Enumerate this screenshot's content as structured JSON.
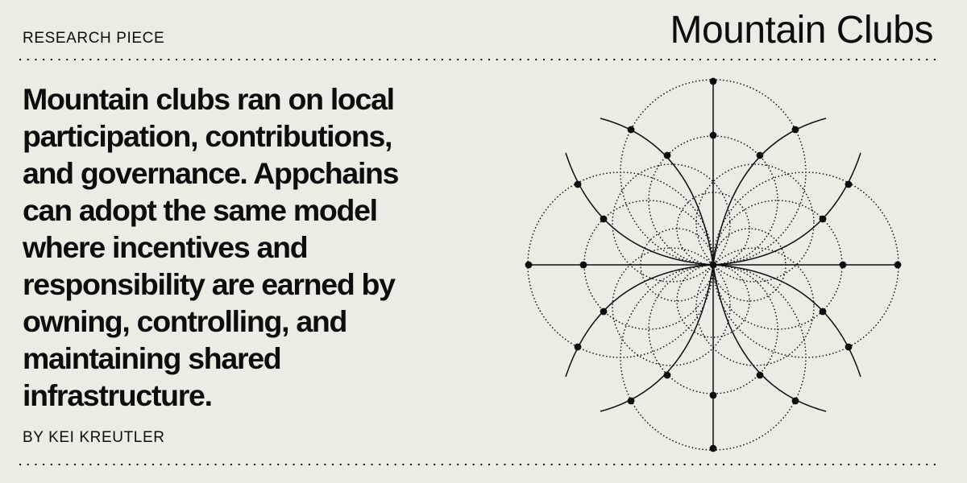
{
  "header": {
    "kicker": "RESEARCH PIECE",
    "title": "Mountain Clubs"
  },
  "abstract": "Mountain clubs ran on local participation, contributions, and governance. Appchains can adopt the same model where incentives and responsibility are earned by owning, controlling, and maintaining shared infrastructure.",
  "byline": "BY KEI KREUTLER",
  "colors": {
    "background": "#ecece4",
    "ink": "#0d0d0d"
  },
  "figure": {
    "icon": "dotted-circles-radial-diagram-icon"
  }
}
